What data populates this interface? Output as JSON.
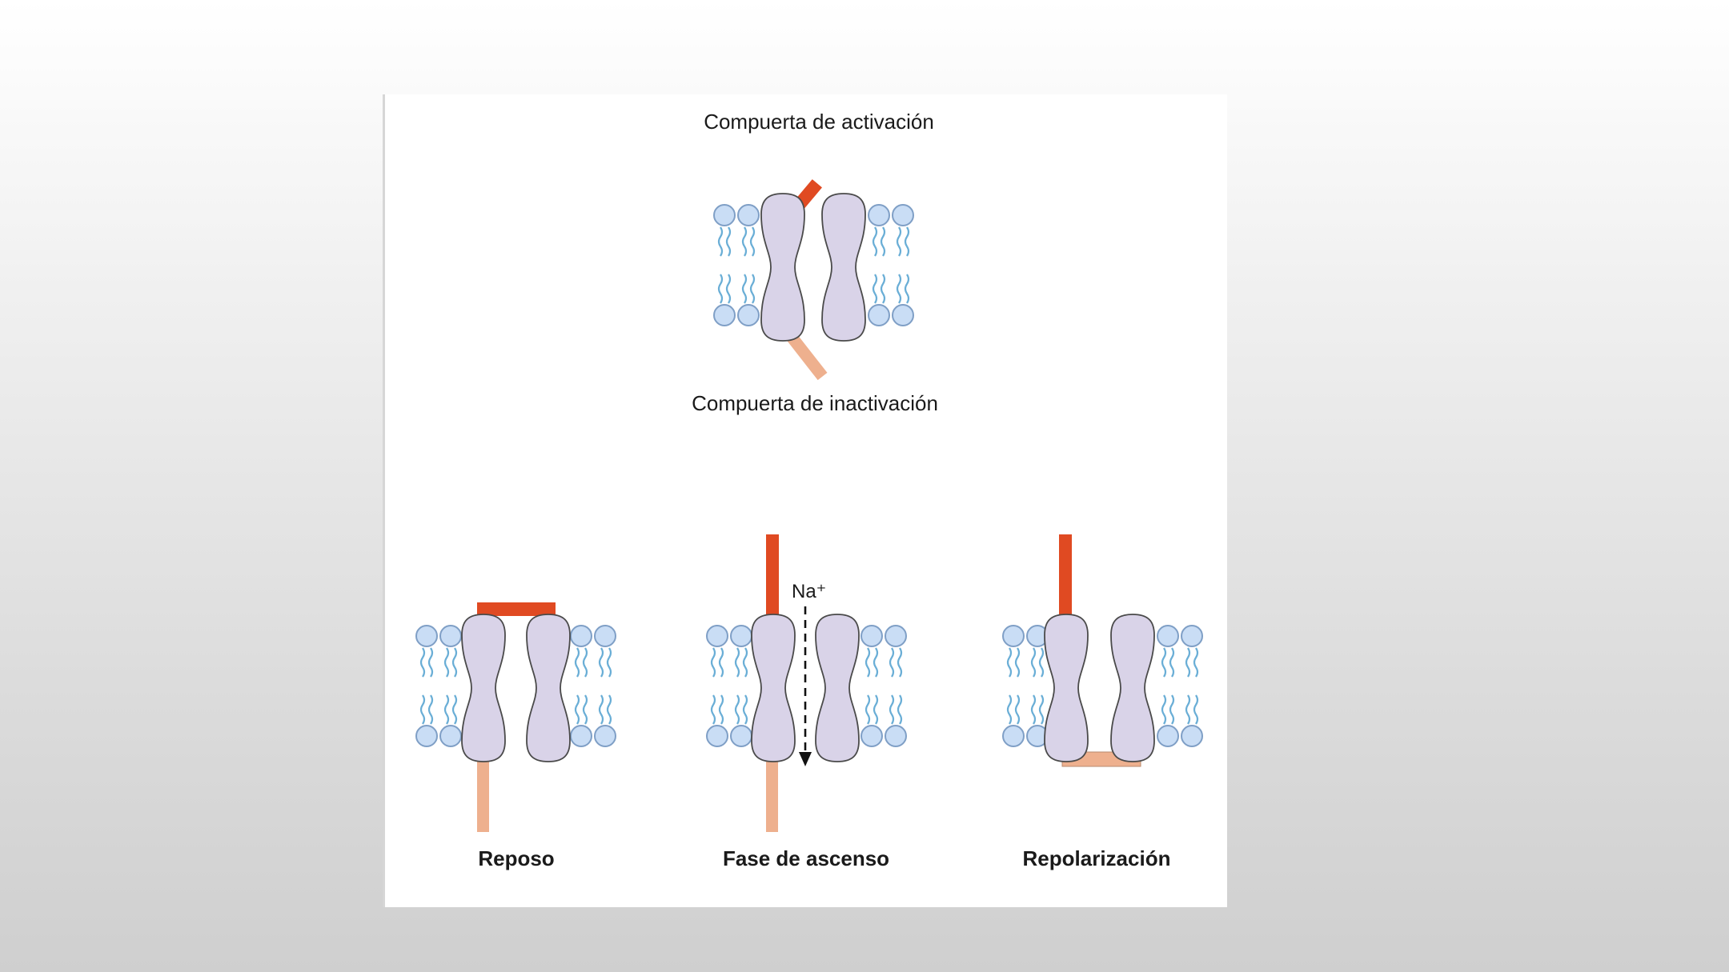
{
  "labels": {
    "activation_gate": "Compuerta de activación",
    "inactivation_gate": "Compuerta de inactivación",
    "ion": "Na⁺"
  },
  "captions": [
    "Reposo",
    "Fase de ascenso",
    "Repolarización"
  ],
  "colors": {
    "activation_gate": "#e04a22",
    "inactivation_gate": "#eeb08e",
    "protein": "#d9d3e8",
    "lipid_head": "#c9ddf5",
    "lipid_tail": "#6aaed6"
  }
}
